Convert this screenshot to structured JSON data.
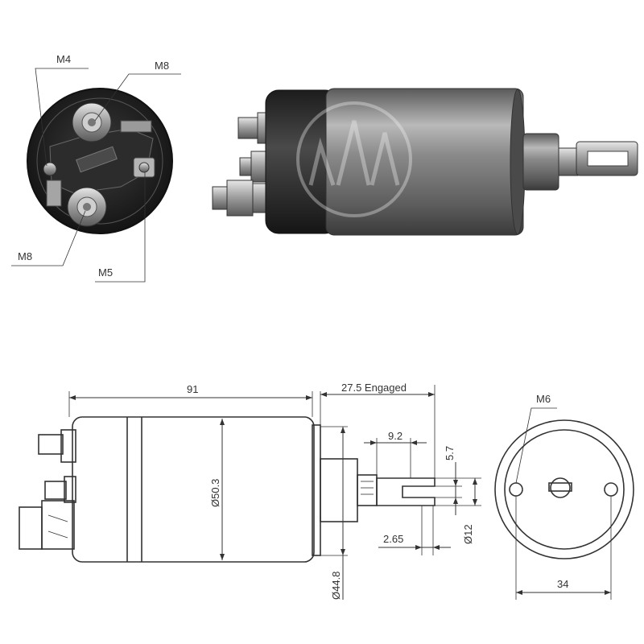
{
  "top_view": {
    "callouts": {
      "m4": "M4",
      "m8_top": "M8",
      "m8_bottom": "M8",
      "m5": "M5"
    }
  },
  "drawing": {
    "dims": {
      "length": "91",
      "engaged": "27.5 Engaged",
      "fork_width": "9.2",
      "slot": "5.7",
      "slot_offset": "2.65",
      "fork_dia": "Ø12",
      "body_dia": "Ø50.3",
      "flange_dia": "Ø44.8",
      "hole_spacing": "34",
      "thread": "M6"
    }
  },
  "colors": {
    "body_dark": "#2a2a2a",
    "body_metal": "#8a8a8a",
    "line": "#333333"
  }
}
